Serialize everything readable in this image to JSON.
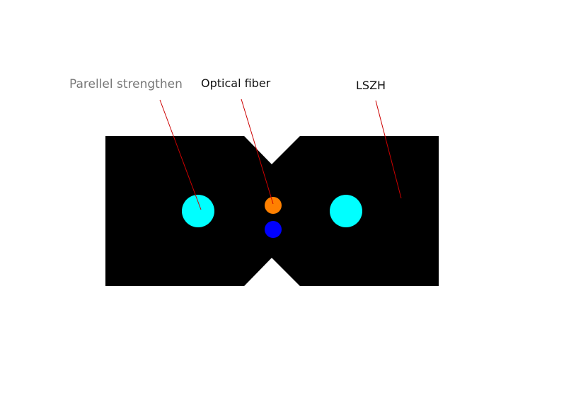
{
  "labels": {
    "strength": "Parellel strengthen",
    "fiber": "Optical fiber",
    "sheath": "LSZH"
  },
  "colors": {
    "sheath": "#000000",
    "strength_member": "#00ffff",
    "fiber_1": "#ff8000",
    "fiber_2": "#0000ff",
    "leader_line": "#cc0000",
    "strength_label": "#777777",
    "label": "#111111"
  }
}
